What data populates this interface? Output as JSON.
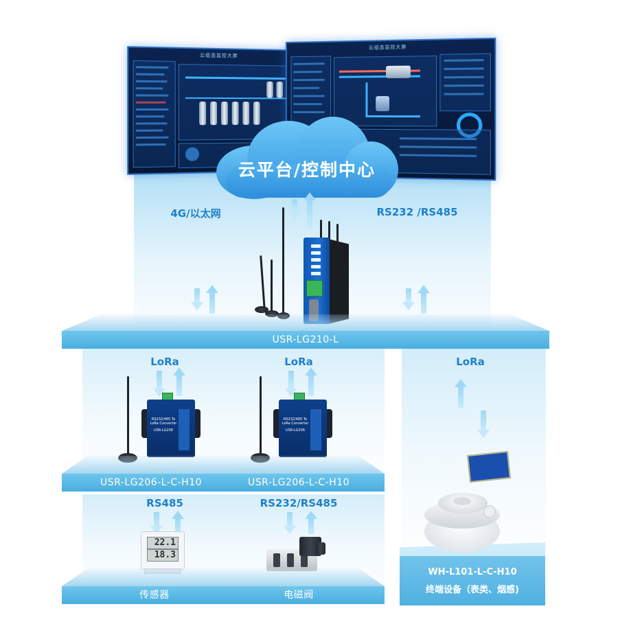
{
  "cloud": {
    "title": "云平台/控制中心"
  },
  "screens": {
    "left_title": "云组态监控大屏",
    "right_title": "云组态监控大屏"
  },
  "links": {
    "left_comm": "4G/以太网",
    "right_comm": "RS232 /RS485",
    "lora_1": "LoRa",
    "lora_2": "LoRa",
    "lora_3": "LoRa",
    "rs485": "RS485",
    "rs232_485": "RS232/RS485"
  },
  "devices": {
    "gateway": "USR-LG210-L",
    "lg206_a": "USR-LG206-L-C-H10",
    "lg206_b": "USR-LG206-L-C-H10",
    "lg206_panel_a": "RS232/485 To LoRa Converter",
    "lg206_panel_b": "RS232/485 To LoRa Converter",
    "lg206_model_a": "USR-LG206",
    "lg206_model_b": "USR-LG206",
    "sensor": "传感器",
    "sensor_temp": "22.1",
    "sensor_hum": "18.3",
    "valve": "电磁阀",
    "terminal_model": "WH-L101-L-C-H10",
    "terminal_desc": "终端设备（表类、烟感)"
  },
  "colors": {
    "accent": "#1f7fc9",
    "band": "#4aaee0",
    "cloud": "#2f92e0",
    "screen_bg": "#061634"
  }
}
